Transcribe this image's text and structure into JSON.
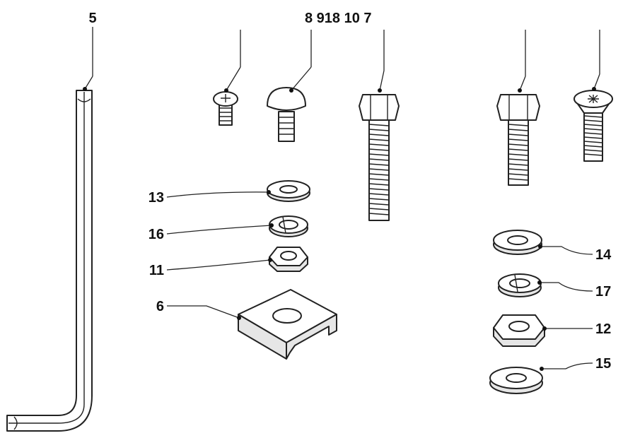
{
  "labels": {
    "p5": "5",
    "top_group": "8 918 10 7",
    "p13": "13",
    "p16": "16",
    "p11": "11",
    "p6": "6",
    "p14": "14",
    "p17": "17",
    "p12": "12",
    "p15": "15"
  }
}
